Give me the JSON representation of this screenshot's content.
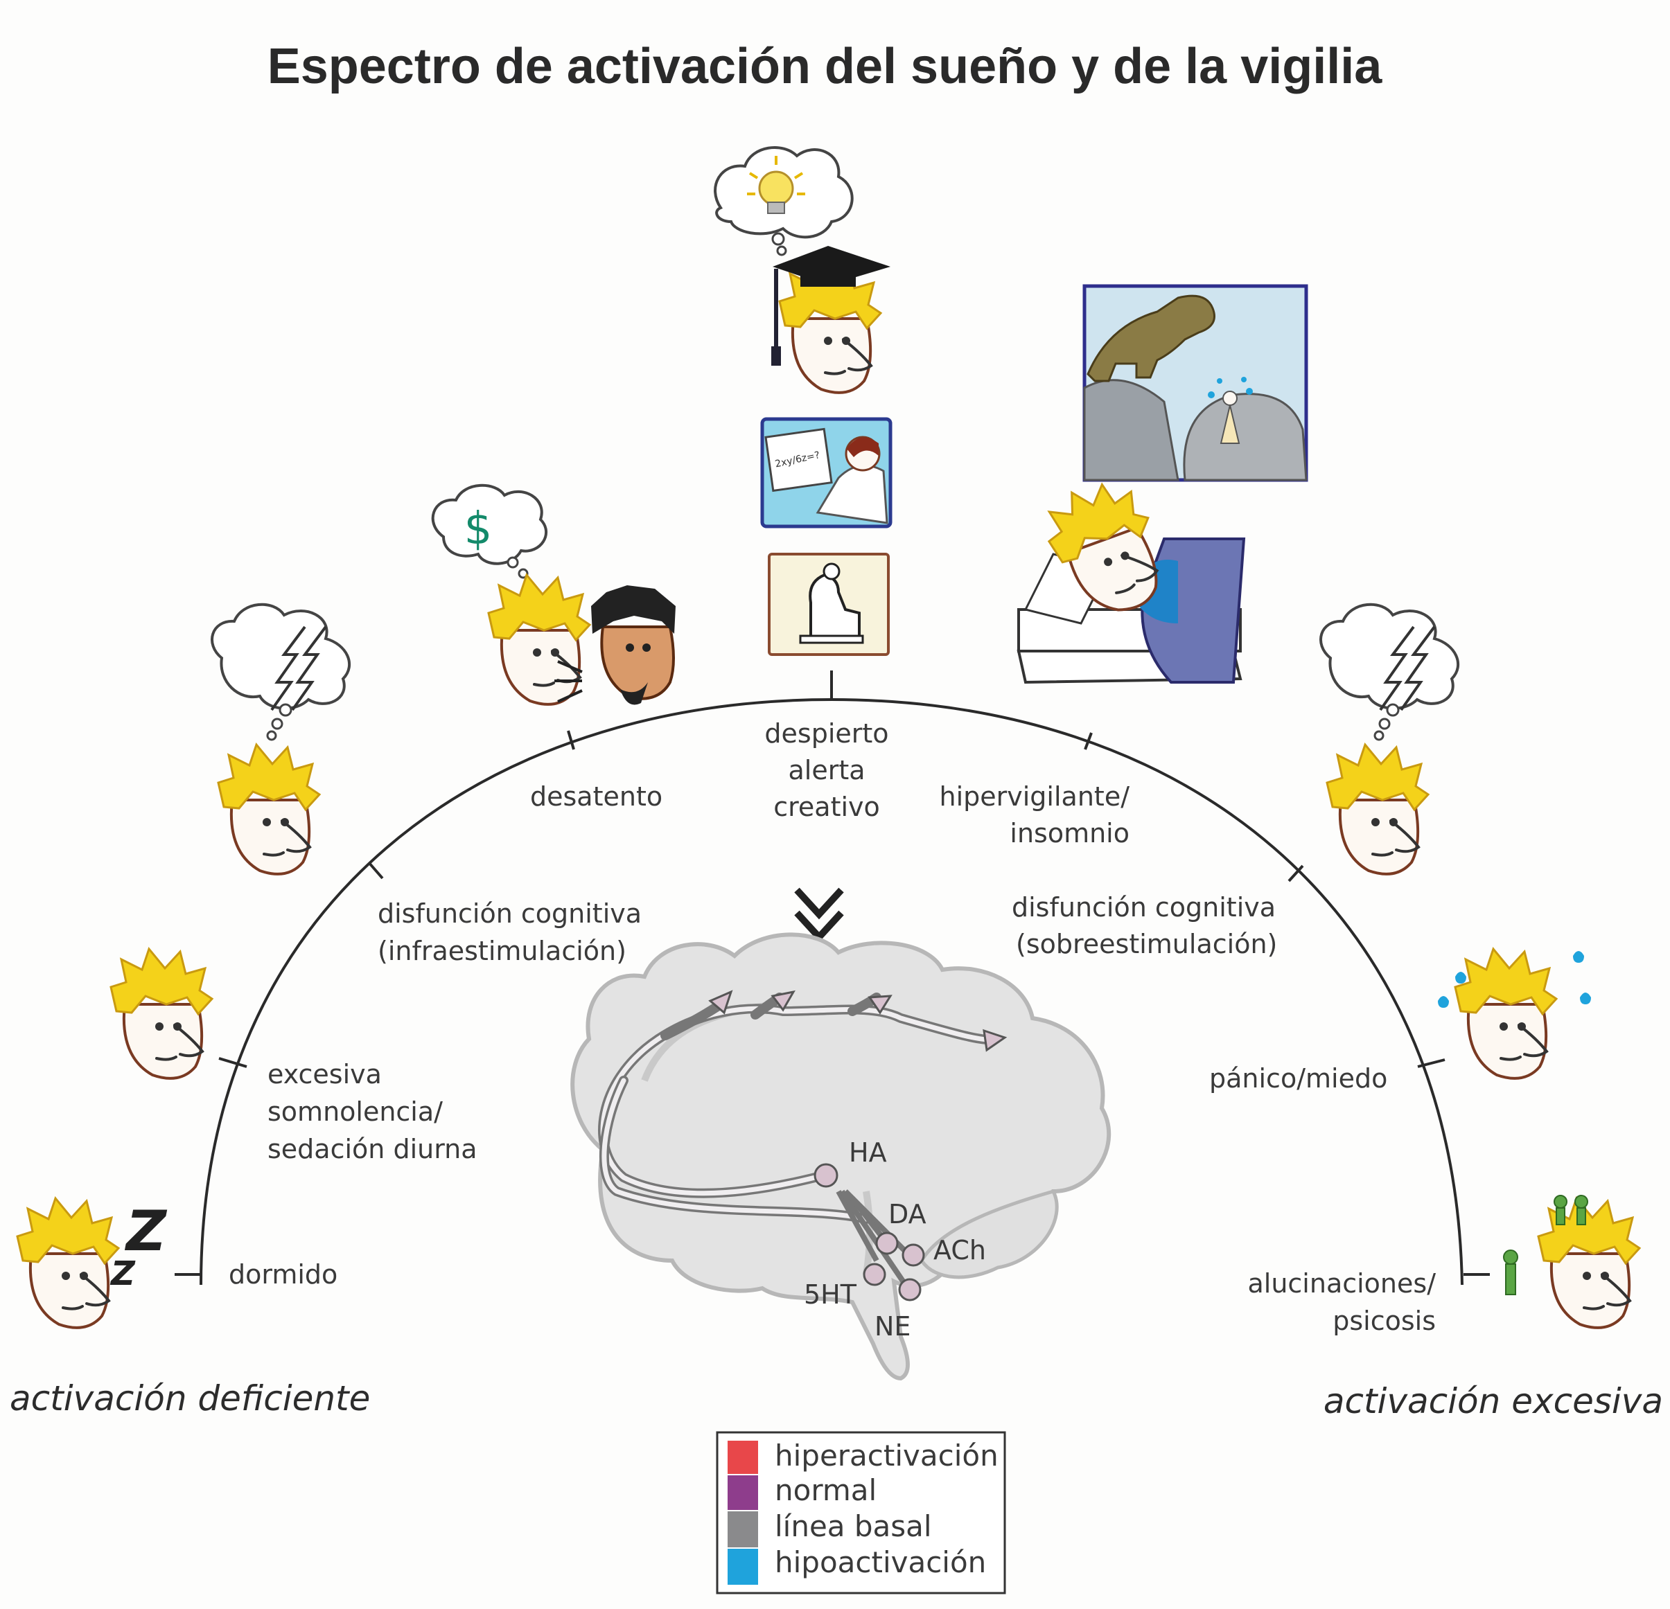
{
  "title": "Espectro de activación del sueño y de la vigilia",
  "arc_labels": {
    "dormido": "dormido",
    "somnolencia": [
      "excesiva",
      "somnolencia/",
      "sedación diurna"
    ],
    "disfuncion_infra": [
      "disfunción cognitiva",
      "(infraestimulación)"
    ],
    "desatento": "desatento",
    "despierto": [
      "despierto",
      "alerta",
      "creativo"
    ],
    "hipervigilante": [
      "hipervigilante/",
      "insomnio"
    ],
    "disfuncion_sobre": [
      "disfunción cognitiva",
      "(sobreestimulación)"
    ],
    "panico": "pánico/miedo",
    "alucinaciones": [
      "alucinaciones/",
      "psicosis"
    ]
  },
  "edges": {
    "left": "activación deficiente",
    "right": "activación excesiva"
  },
  "brain_labels": {
    "ha": "HA",
    "da": "DA",
    "ach": "ACh",
    "fivehts": "5HT",
    "ne": "NE"
  },
  "blackboard_text": "2xy/6z=?",
  "dollar_symbol": "$",
  "zzz": [
    "Z",
    "Z"
  ],
  "legend": [
    {
      "label": "hiperactivación",
      "color": "#e8474a"
    },
    {
      "label": "normal",
      "color": "#8e3d8c"
    },
    {
      "label": "línea basal",
      "color": "#8a8a8c"
    },
    {
      "label": "hipoactivación",
      "color": "#1fa3dc"
    }
  ]
}
